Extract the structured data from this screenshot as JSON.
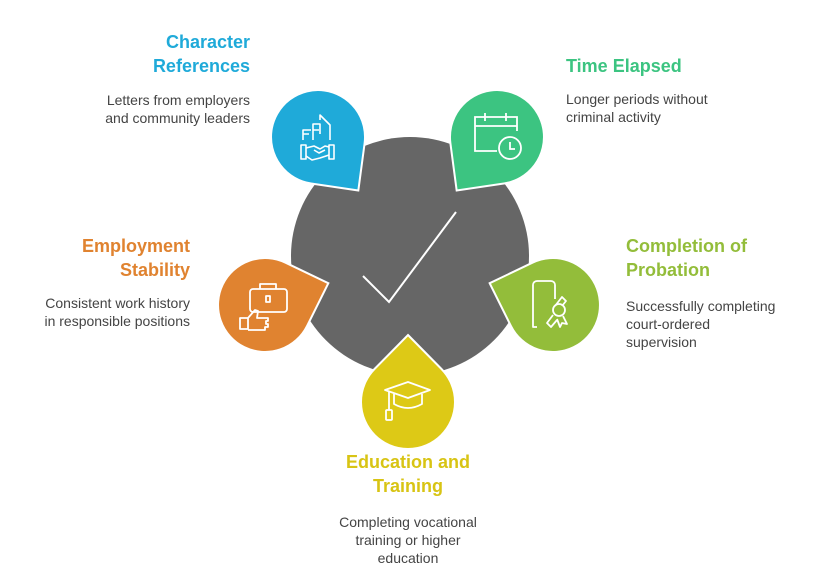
{
  "colors": {
    "center": "#666666",
    "character": "#1faad9",
    "time": "#3cc481",
    "probation": "#93bd3a",
    "education": "#ddc916",
    "employment": "#e08330"
  },
  "center_icon": "checkmark-icon",
  "items": {
    "character": {
      "title": [
        "Character",
        "References"
      ],
      "desc": [
        "Letters from employers",
        "and community leaders"
      ],
      "icon": "handshake-buildings-icon"
    },
    "time": {
      "title": [
        "Time Elapsed"
      ],
      "desc": [
        "Longer periods without",
        "criminal activity"
      ],
      "icon": "calendar-clock-icon"
    },
    "probation": {
      "title": [
        "Completion of",
        "Probation"
      ],
      "desc": [
        "Successfully completing",
        "court-ordered",
        "supervision"
      ],
      "icon": "certificate-icon"
    },
    "education": {
      "title": [
        "Education and",
        "Training"
      ],
      "desc": [
        "Completing vocational",
        "training or higher",
        "education"
      ],
      "icon": "graduation-cap-icon"
    },
    "employment": {
      "title": [
        "Employment",
        "Stability"
      ],
      "desc": [
        "Consistent work history",
        "in responsible positions"
      ],
      "icon": "briefcase-thumbs-up-icon"
    }
  }
}
